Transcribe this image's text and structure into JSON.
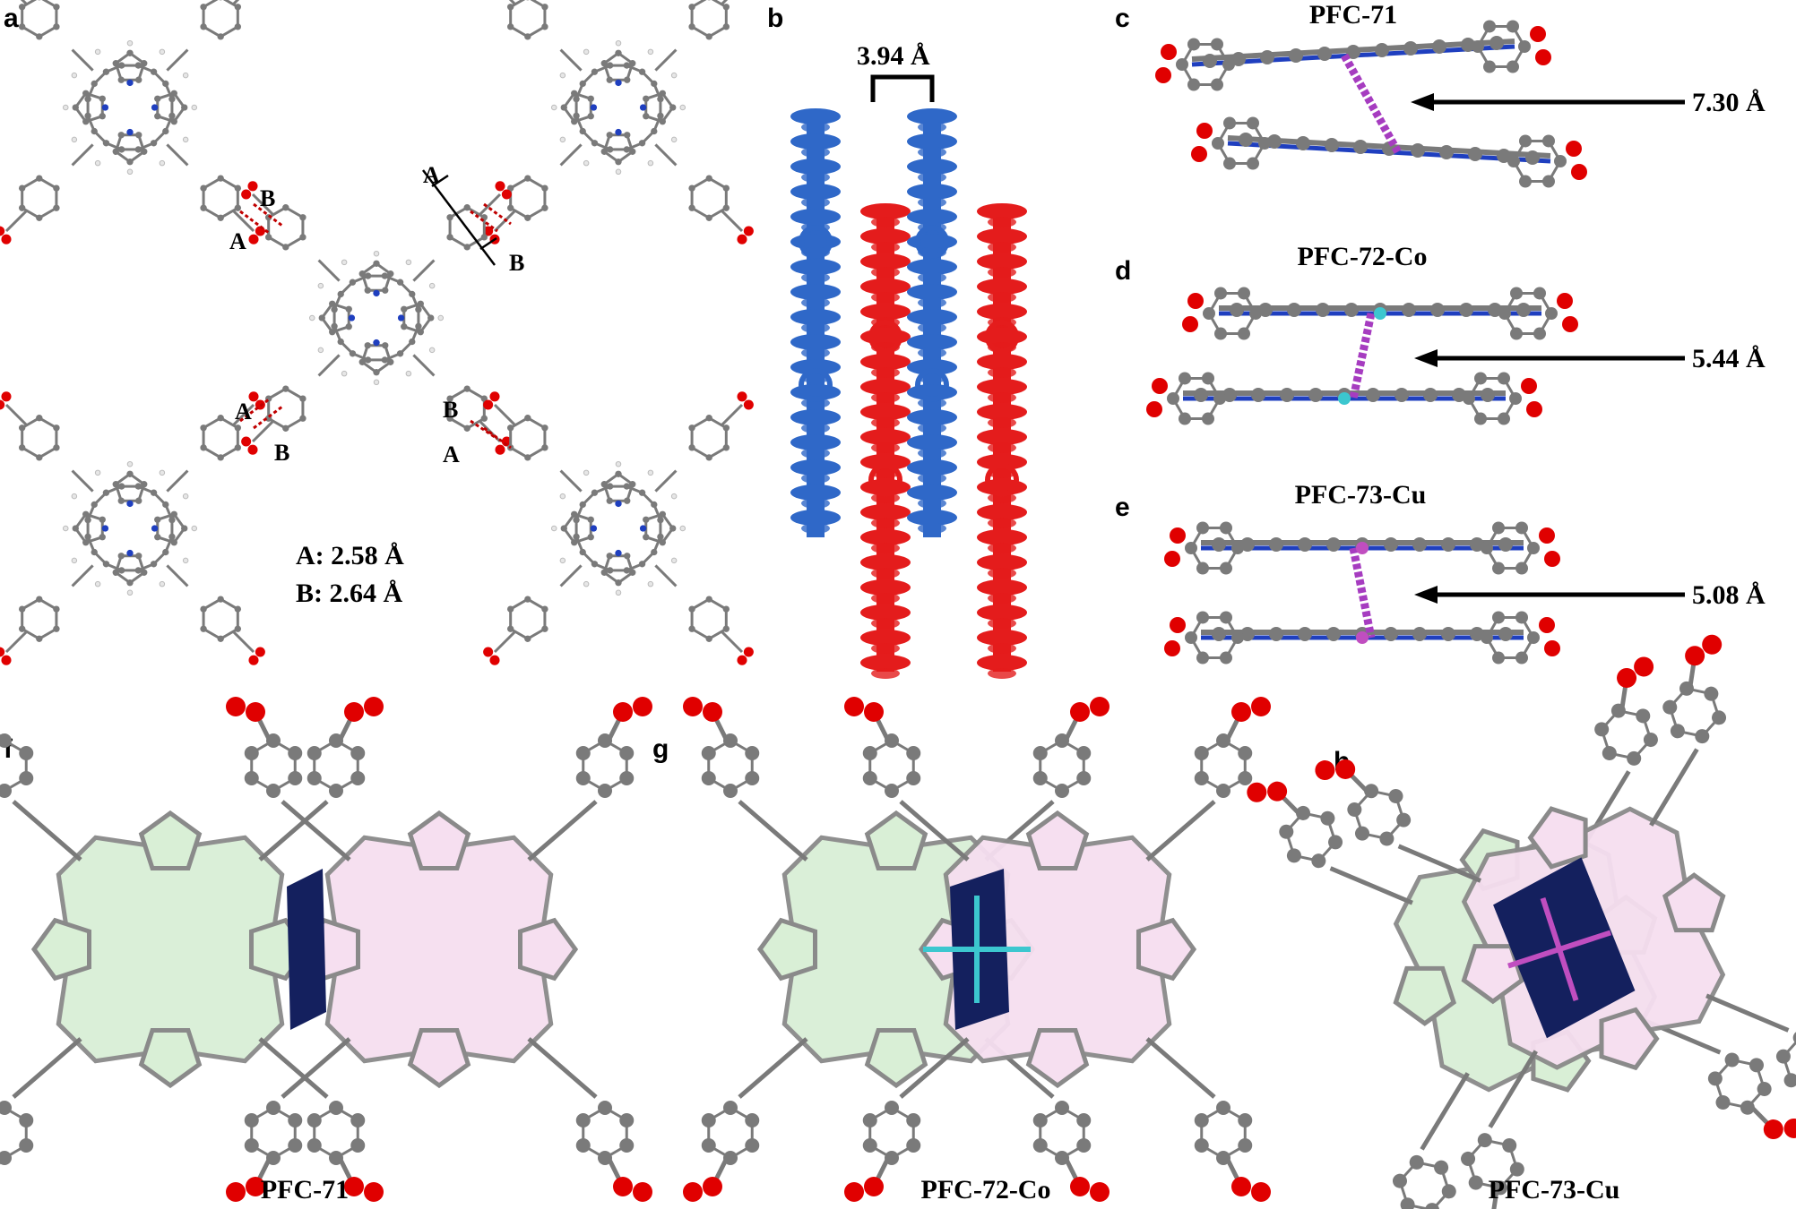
{
  "panels": {
    "a": {
      "label": "a",
      "hbond_labels": [
        "A",
        "B",
        "A",
        "B",
        "A",
        "B",
        "A",
        "B"
      ],
      "legend_a": "A: 2.58 Å",
      "legend_b": "B: 2.64 Å"
    },
    "b": {
      "label": "b",
      "spacing": "3.94 Å"
    },
    "c": {
      "label": "c",
      "title": "PFC-71",
      "distance": "7.30 Å"
    },
    "d": {
      "label": "d",
      "title": "PFC-72-Co",
      "distance": "5.44 Å"
    },
    "e": {
      "label": "e",
      "title": "PFC-73-Cu",
      "distance": "5.08 Å"
    },
    "f": {
      "label": "f",
      "caption": "PFC-71"
    },
    "g": {
      "label": "g",
      "caption": "PFC-72-Co"
    },
    "h": {
      "label": "h",
      "caption": "PFC-73-Cu"
    }
  },
  "colors": {
    "carbon": "#7a7a7a",
    "oxygen": "#e00000",
    "nitrogen": "#1f3fbf",
    "hydrogen": "#e6e6e6",
    "blue_layer": "#2f68c8",
    "red_layer": "#e41c1c",
    "green_fill": "#d9efd6",
    "pink_fill": "#f6dff0",
    "overlap_fill": "#14205e",
    "contact": "#a63cc0",
    "cobalt": "#3cc7cf",
    "copper": "#c04ec0"
  }
}
